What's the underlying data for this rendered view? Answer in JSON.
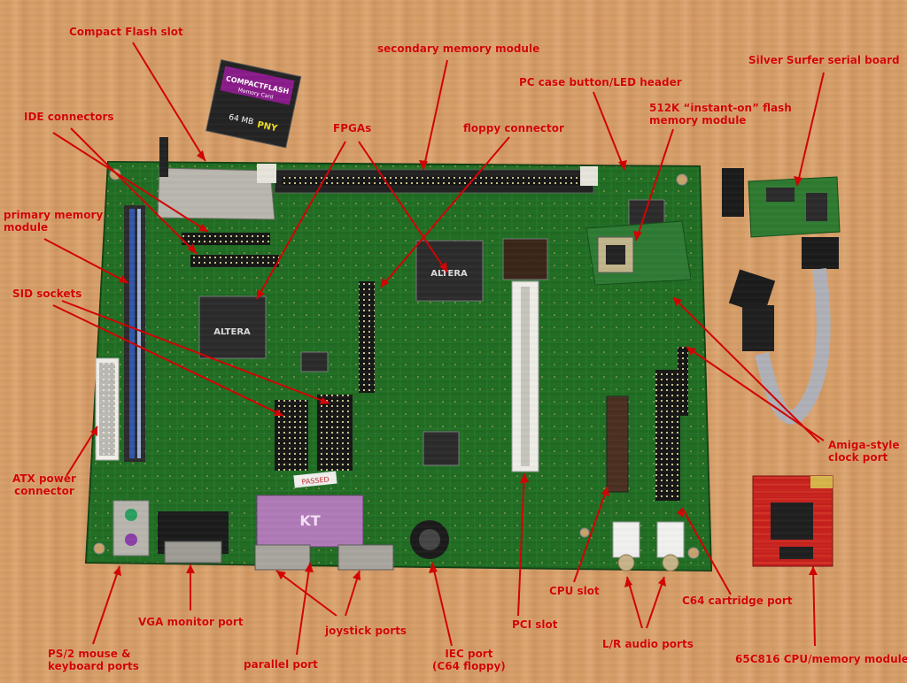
{
  "colors": {
    "label": "#d40000",
    "pcb": "#1f6b22",
    "pcb_dark": "#124a16",
    "wood": "#d9a06a"
  },
  "labels": {
    "compact_flash_slot": "Compact Flash slot",
    "secondary_memory_module": "secondary memory module",
    "silver_surfer": "Silver Surfer serial board",
    "pc_case_header": "PC case button/LED header",
    "ide_connectors": "IDE connectors",
    "instant_on_flash_line1": "512K “instant-on” flash",
    "instant_on_flash_line2": "memory module",
    "fpgas": "FPGAs",
    "floppy_connector": "floppy connector",
    "primary_memory_line1": "primary memory",
    "primary_memory_line2": "module",
    "sid_sockets": "SID sockets",
    "atx_power_line1": "ATX power",
    "atx_power_line2": "connector",
    "amiga_clock_line1": "Amiga-style",
    "amiga_clock_line2": "clock port",
    "cpu_slot": "CPU slot",
    "pci_slot": "PCI slot",
    "c64_cartridge_port": "C64 cartridge port",
    "vga_monitor_port": "VGA monitor port",
    "joystick_ports": "joystick ports",
    "ps2_line1": "PS/2 mouse &",
    "ps2_line2": "keyboard ports",
    "parallel_port": "parallel port",
    "iec_line1": "IEC port",
    "iec_line2": "(C64 floppy)",
    "lr_audio_ports": "L/R audio ports",
    "cpu_memory_module": "65C816 CPU/memory module"
  },
  "photo_text": {
    "cf_brand": "COMPACTFLASH",
    "cf_sub": "Memory Card",
    "cf_size": "64 MB",
    "cf_maker": "PNY",
    "kt_sticker": "KT",
    "passed_sticker": "PASSED"
  }
}
